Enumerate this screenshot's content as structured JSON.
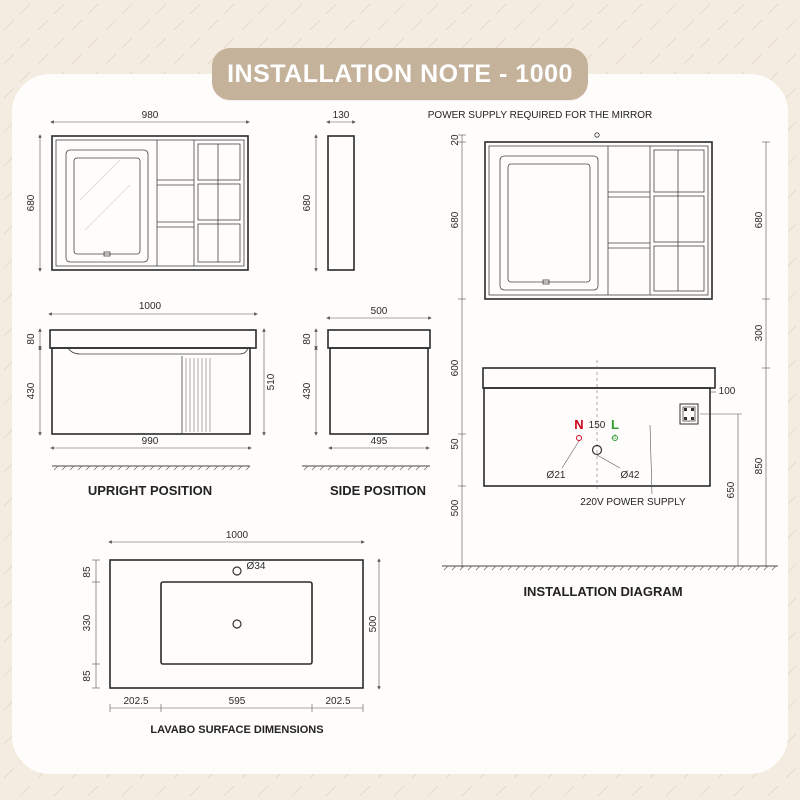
{
  "title": "INSTALLATION NOTE - 1000",
  "colors": {
    "background": "#f4ece1",
    "card": "#fffdfb",
    "title_pill": "#c5b29b",
    "neutral_red": "#d0021b",
    "live_green": "#2e9d2e"
  },
  "upright": {
    "caption": "UPRIGHT POSITION",
    "mirror_width": "980",
    "mirror_height": "680",
    "cabinet_width": "1000",
    "cabinet_top": "80",
    "cabinet_body": "430",
    "cabinet_total": "510",
    "cabinet_bottom_width": "990"
  },
  "side": {
    "caption": "SIDE POSITION",
    "mirror_depth": "130",
    "mirror_height": "680",
    "cabinet_depth": "500",
    "cabinet_top": "80",
    "cabinet_body": "430",
    "cabinet_bottom_depth": "495"
  },
  "install": {
    "caption": "INSTALLATION DIAGRAM",
    "power_mirror_note": "POWER SUPPLY REQUIRED FOR THE MIRROR",
    "power_220_note": "220V POWER SUPPLY",
    "dim_20": "20",
    "dim_680_left": "680",
    "dim_600": "600",
    "dim_50": "50",
    "dim_500": "500",
    "dim_680_right": "680",
    "dim_300": "300",
    "dim_850": "850",
    "dim_650": "650",
    "dim_100": "100",
    "dim_150": "150",
    "n_label": "N",
    "l_label": "L",
    "dia_21": "Ø21",
    "dia_42": "Ø42"
  },
  "lavabo": {
    "caption": "LAVABO SURFACE DIMENSIONS",
    "width": "1000",
    "height": "500",
    "top_margin": "85",
    "basin_height": "330",
    "bottom_margin": "85",
    "left_margin": "202.5",
    "basin_width": "595",
    "right_margin": "202.5",
    "tap_hole": "Ø34"
  }
}
